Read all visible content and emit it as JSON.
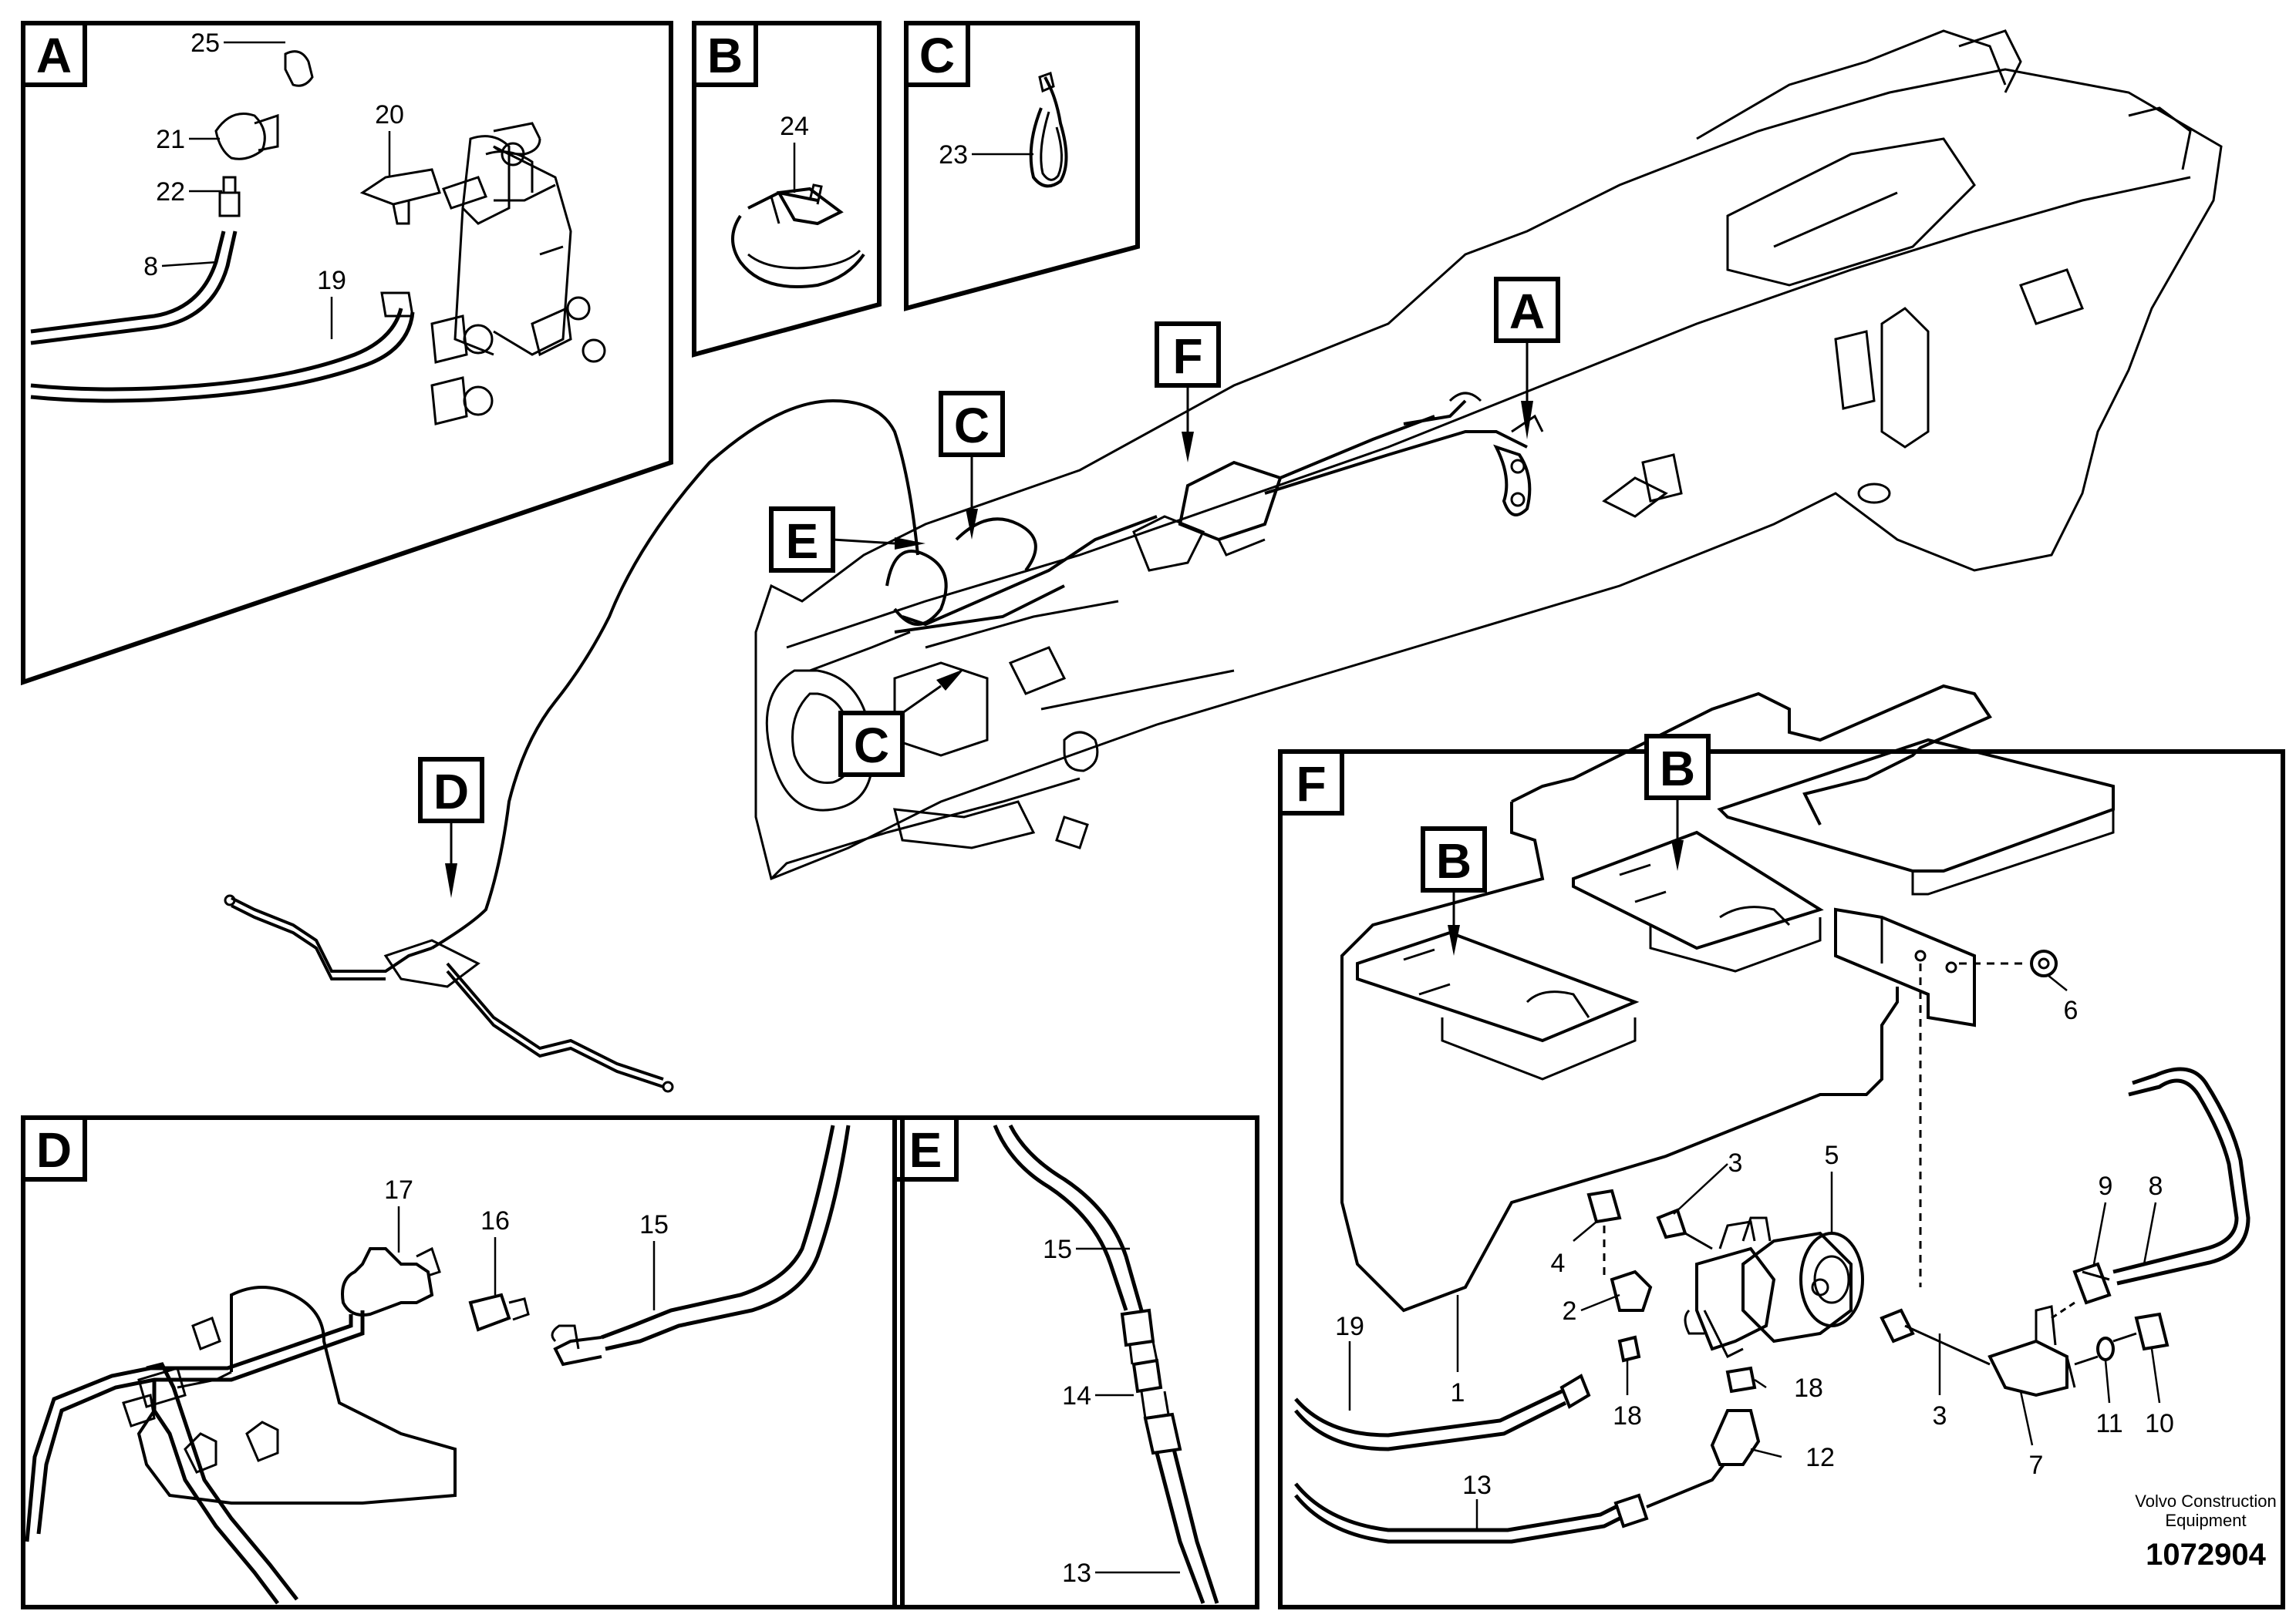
{
  "panels": {
    "A": {
      "letter": "A",
      "labels": {
        "p25": "25",
        "p21": "21",
        "p22": "22",
        "p8": "8",
        "p19": "19",
        "p20": "20"
      }
    },
    "B": {
      "letter": "B",
      "labels": {
        "p24": "24"
      }
    },
    "C": {
      "letter": "C",
      "labels": {
        "p23": "23"
      }
    },
    "D": {
      "letter": "D",
      "labels": {
        "p17": "17",
        "p16": "16",
        "p15": "15"
      }
    },
    "E": {
      "letter": "E",
      "labels": {
        "p15": "15",
        "p14": "14",
        "p13": "13"
      }
    },
    "F": {
      "letter": "F",
      "labels": {
        "p6": "6",
        "p5": "5",
        "p3a": "3",
        "p4": "4",
        "p2": "2",
        "p1": "1",
        "p19": "19",
        "p18a": "18",
        "p18b": "18",
        "p12": "12",
        "p13": "13",
        "p3b": "3",
        "p7": "7",
        "p9": "9",
        "p8": "8",
        "p11": "11",
        "p10": "10",
        "pB1": "B",
        "pB2": "B"
      }
    }
  },
  "callouts": {
    "A": "A",
    "C1": "C",
    "C2": "C",
    "D": "D",
    "E": "E",
    "F": "F"
  },
  "footer": {
    "brand_line1": "Volvo Construction",
    "brand_line2": "Equipment",
    "number": "1072904"
  }
}
